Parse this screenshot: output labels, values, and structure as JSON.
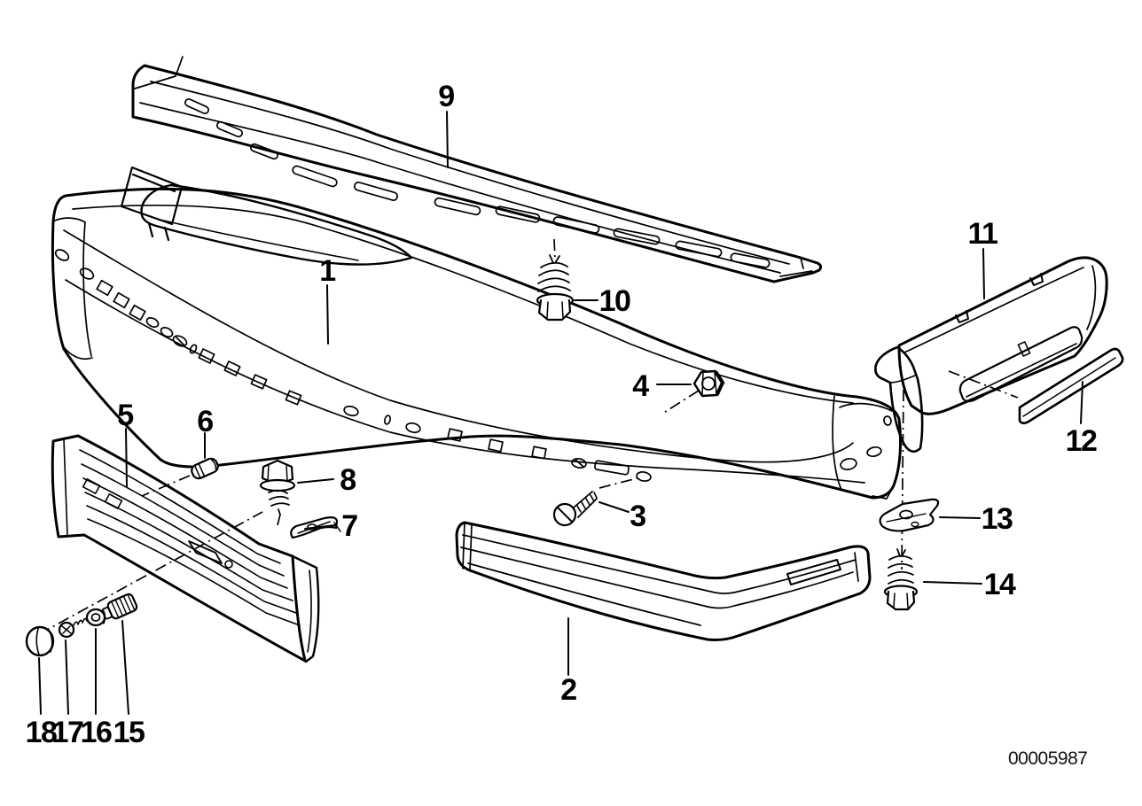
{
  "page": {
    "background": "#ffffff",
    "ink": "#000000"
  },
  "figure": {
    "doc_number": "00005987"
  },
  "callouts": [
    {
      "label": "1"
    },
    {
      "label": "2"
    },
    {
      "label": "3"
    },
    {
      "label": "4"
    },
    {
      "label": "5"
    },
    {
      "label": "6"
    },
    {
      "label": "7"
    },
    {
      "label": "8"
    },
    {
      "label": "9"
    },
    {
      "label": "10"
    },
    {
      "label": "11"
    },
    {
      "label": "12"
    },
    {
      "label": "13"
    },
    {
      "label": "14"
    },
    {
      "label": "15"
    },
    {
      "label": "16"
    },
    {
      "label": "17"
    },
    {
      "label": "18"
    }
  ]
}
